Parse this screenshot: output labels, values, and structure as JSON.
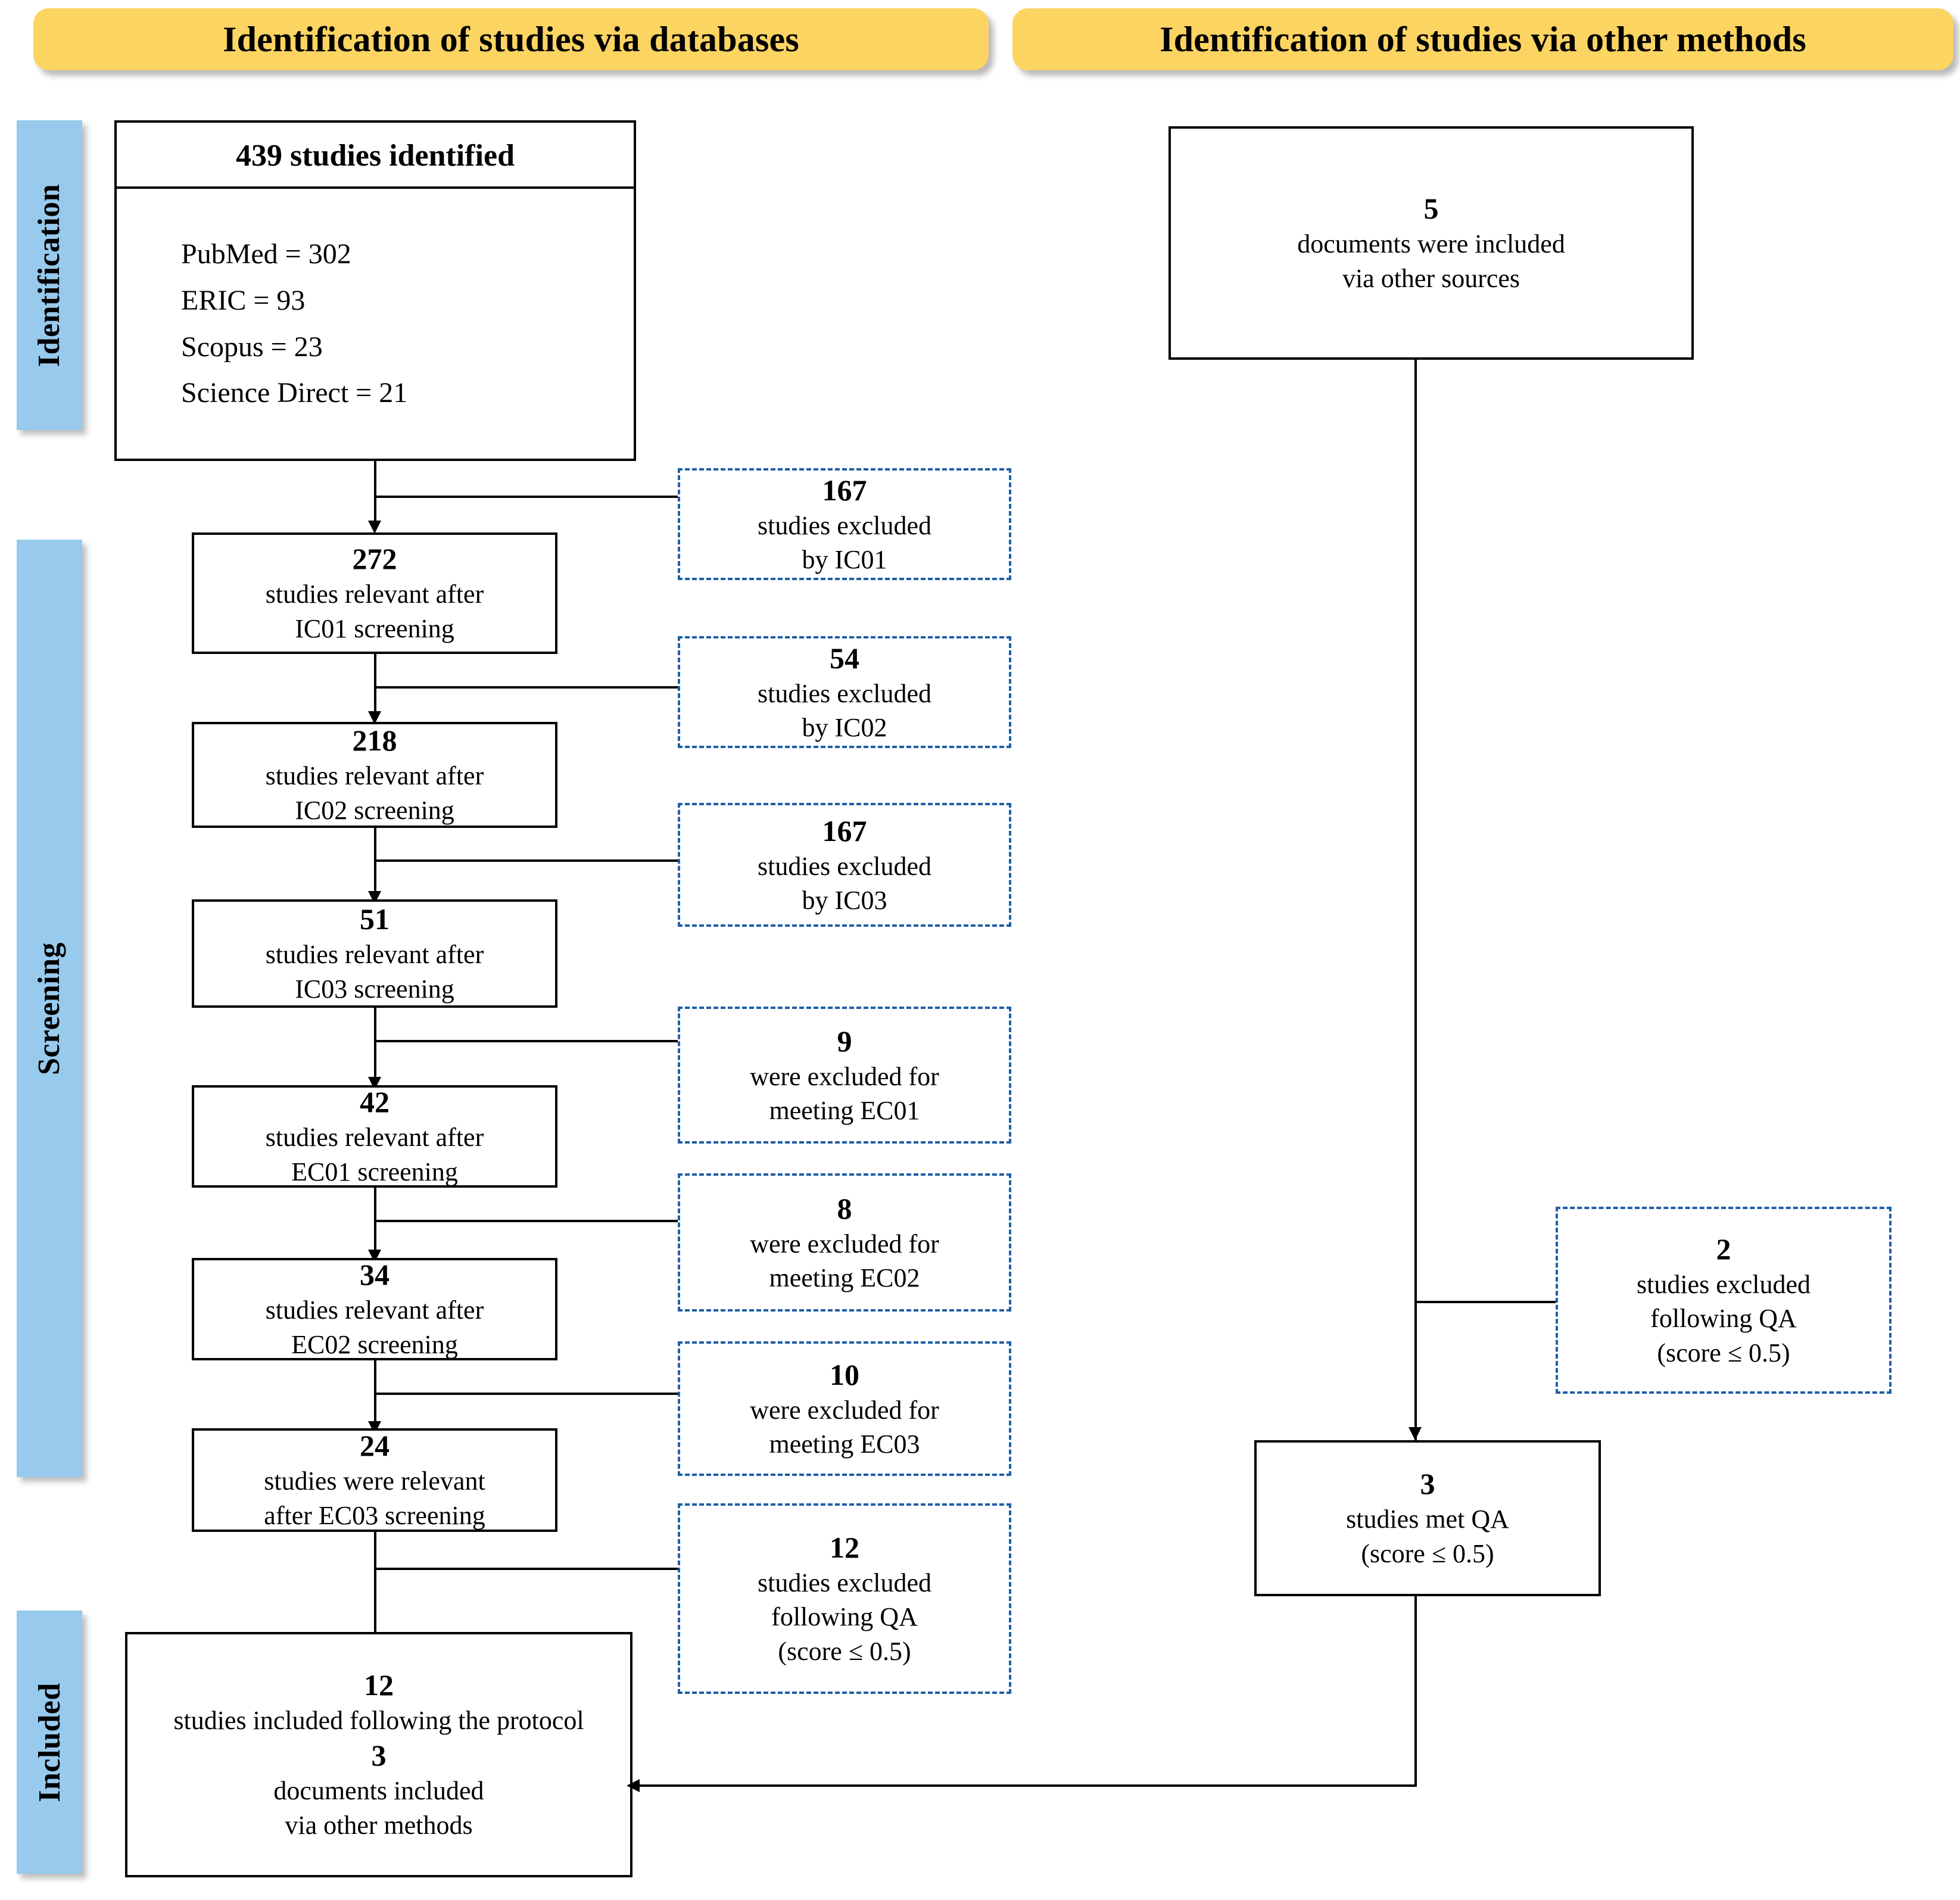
{
  "headers": {
    "left": "Identification of studies via databases",
    "right": "Identification of studies via other methods"
  },
  "stages": {
    "identification": "Identification",
    "screening": "Screening",
    "included": "Included"
  },
  "identification_box": {
    "title": "439 studies identified",
    "sources": [
      "PubMed = 302",
      "ERIC = 93",
      "Scopus = 23",
      "Science Direct = 21"
    ]
  },
  "other_sources_box": {
    "number": "5",
    "line1": "documents were included",
    "line2": "via other sources"
  },
  "screening_chain": [
    {
      "number": "272",
      "line1": "studies relevant after",
      "line2": "IC01 screening"
    },
    {
      "number": "218",
      "line1": "studies relevant after",
      "line2": "IC02 screening"
    },
    {
      "number": "51",
      "line1": "studies relevant after",
      "line2": "IC03 screening"
    },
    {
      "number": "42",
      "line1": "studies relevant after",
      "line2": "EC01 screening"
    },
    {
      "number": "34",
      "line1": "studies relevant after",
      "line2": "EC02 screening"
    },
    {
      "number": "24",
      "line1": "studies were relevant",
      "line2": "after EC03 screening"
    }
  ],
  "exclusions": [
    {
      "number": "167",
      "line1": "studies excluded",
      "line2": "by IC01"
    },
    {
      "number": "54",
      "line1": "studies excluded",
      "line2": "by IC02"
    },
    {
      "number": "167",
      "line1": "studies excluded",
      "line2": "by IC03"
    },
    {
      "number": "9",
      "line1": "were excluded for",
      "line2": "meeting EC01"
    },
    {
      "number": "8",
      "line1": "were excluded for",
      "line2": "meeting EC02"
    },
    {
      "number": "10",
      "line1": "were excluded for",
      "line2": "meeting EC03"
    }
  ],
  "qa_excluded_left": {
    "number": "12",
    "line1": "studies excluded",
    "line2": "following QA",
    "line3": "(score ≤ 0.5)"
  },
  "qa_excluded_right": {
    "number": "2",
    "line1": "studies excluded",
    "line2": "following QA",
    "line3": "(score ≤ 0.5)"
  },
  "qa_met_box": {
    "number": "3",
    "line1": "studies met QA",
    "line2": "(score ≤ 0.5)"
  },
  "included_box": {
    "number1": "12",
    "line1": "studies included following the protocol",
    "number2": "3",
    "line2": "documents included",
    "line3": "via other methods"
  },
  "colors": {
    "banner": "#FCD462",
    "stage_bar": "#97CAEC",
    "dashed_border": "#1F5FA8",
    "solid_border": "#000000"
  }
}
